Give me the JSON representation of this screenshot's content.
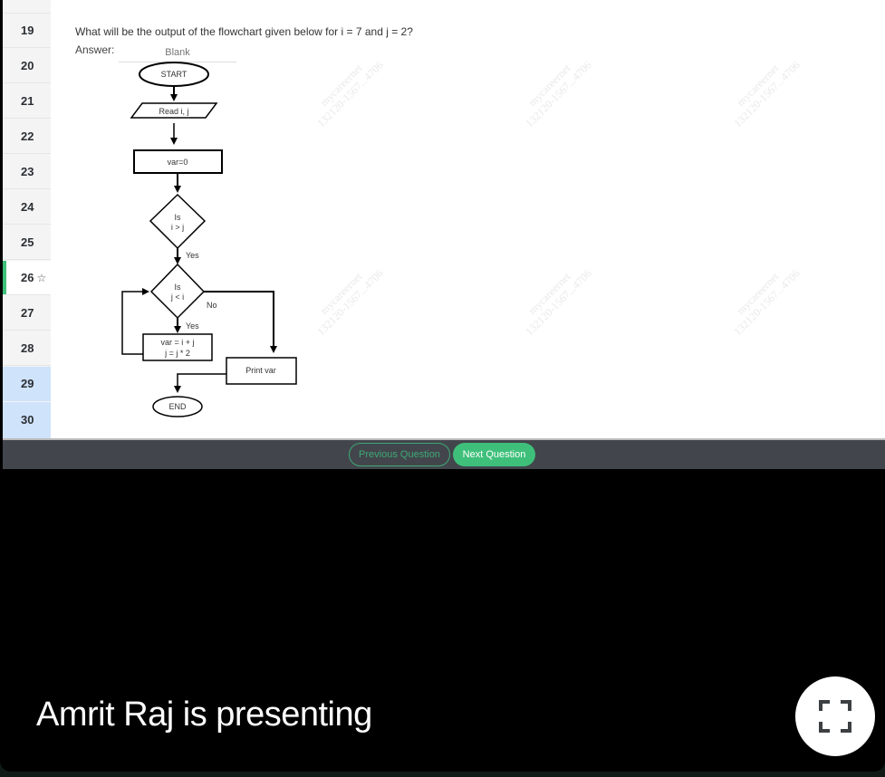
{
  "question_nav": {
    "items": [
      {
        "number": "19",
        "state": "default"
      },
      {
        "number": "20",
        "state": "default"
      },
      {
        "number": "21",
        "state": "default"
      },
      {
        "number": "22",
        "state": "default"
      },
      {
        "number": "23",
        "state": "default"
      },
      {
        "number": "24",
        "state": "default"
      },
      {
        "number": "25",
        "state": "default"
      },
      {
        "number": "26",
        "state": "current",
        "starred": true
      },
      {
        "number": "27",
        "state": "default"
      },
      {
        "number": "28",
        "state": "default"
      },
      {
        "number": "29",
        "state": "answered"
      },
      {
        "number": "30",
        "state": "answered"
      }
    ],
    "star_glyph": "☆"
  },
  "question": {
    "text": "What will be the output of the flowchart given below for i = 7 and j = 2?",
    "answer_label": "Answer:",
    "answer_placeholder": "Blank"
  },
  "flowchart": {
    "start": "START",
    "input": "Read i, j",
    "init": "var=0",
    "decision1_line1": "Is",
    "decision1_line2": "i > j",
    "yes1": "Yes",
    "decision2_line1": "Is",
    "decision2_line2": "j < i",
    "no2": "No",
    "yes2": "Yes",
    "process_line1": "var = i + j",
    "process_line2": "j = j * 2",
    "output": "Print var",
    "end": "END"
  },
  "watermark": {
    "line1": "mycareernet",
    "line2": "132120-1567...4706"
  },
  "toolbar": {
    "previous_label": "Previous Question",
    "next_label": "Next Question",
    "accent_color": "#3ec07a"
  },
  "meeting": {
    "presenting_text": "Amrit Raj is presenting",
    "fullscreen_icon": "fullscreen-icon"
  }
}
